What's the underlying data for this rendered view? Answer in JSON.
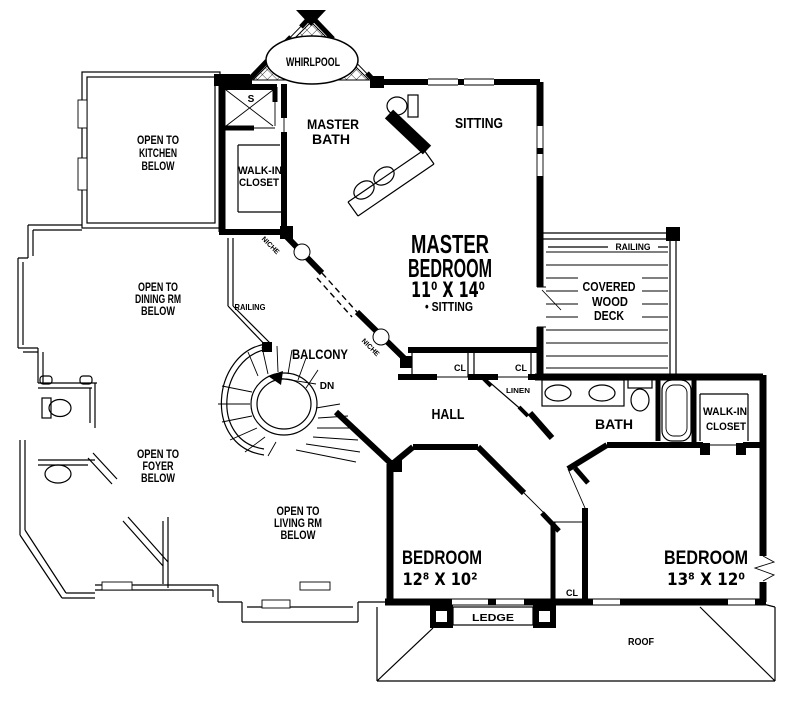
{
  "plan": {
    "type": "floor-plan",
    "rooms": {
      "whirlpool": {
        "label": "WHIRLPOOL"
      },
      "s_closet": {
        "label": "S"
      },
      "master_bath": {
        "label_line1": "MASTER",
        "label_line2": "BATH"
      },
      "sitting_top": {
        "label": "SITTING"
      },
      "open_to_kitchen": {
        "label_line1": "OPEN TO",
        "label_line2": "KITCHEN",
        "label_line3": "BELOW"
      },
      "master_walk_in_closet": {
        "label_line1": "WALK-IN",
        "label_line2": "CLOSET"
      },
      "open_to_dining": {
        "label_line1": "OPEN TO",
        "label_line2": "DINING RM",
        "label_line3": "BELOW"
      },
      "balcony_railing": {
        "label": "RAILING"
      },
      "niche_upper": {
        "label": "NICHE"
      },
      "niche_lower": {
        "label": "NICHE"
      },
      "master_bedroom": {
        "label_line1": "MASTER",
        "label_line2": "BEDROOM",
        "dimensions": "11⁰ X 14⁰",
        "note": "• SITTING"
      },
      "covered_wood_deck": {
        "label_line1": "COVERED",
        "label_line2": "WOOD",
        "label_line3": "DECK"
      },
      "deck_railing": {
        "label": "RAILING"
      },
      "balcony": {
        "label": "BALCONY"
      },
      "stairs": {
        "label": "DN"
      },
      "hall": {
        "label": "HALL"
      },
      "closet_1": {
        "label": "CL"
      },
      "closet_2": {
        "label": "CL"
      },
      "linen": {
        "label": "LINEN"
      },
      "bath": {
        "label": "BATH"
      },
      "walk_in_closet_2": {
        "label_line1": "WALK-IN",
        "label_line2": "CLOSET"
      },
      "open_to_foyer": {
        "label_line1": "OPEN TO",
        "label_line2": "FOYER",
        "label_line3": "BELOW"
      },
      "open_to_living": {
        "label_line1": "OPEN TO",
        "label_line2": "LIVING RM",
        "label_line3": "BELOW"
      },
      "bedroom_1": {
        "label": "BEDROOM",
        "dimensions": "12⁸ X 10²"
      },
      "closet_3": {
        "label": "CL"
      },
      "bedroom_2": {
        "label": "BEDROOM",
        "dimensions": "13⁸ X 12⁰"
      },
      "ledge": {
        "label": "LEDGE"
      },
      "roof": {
        "label": "ROOF"
      }
    },
    "colors": {
      "wall": "#000000",
      "background": "#ffffff"
    }
  }
}
